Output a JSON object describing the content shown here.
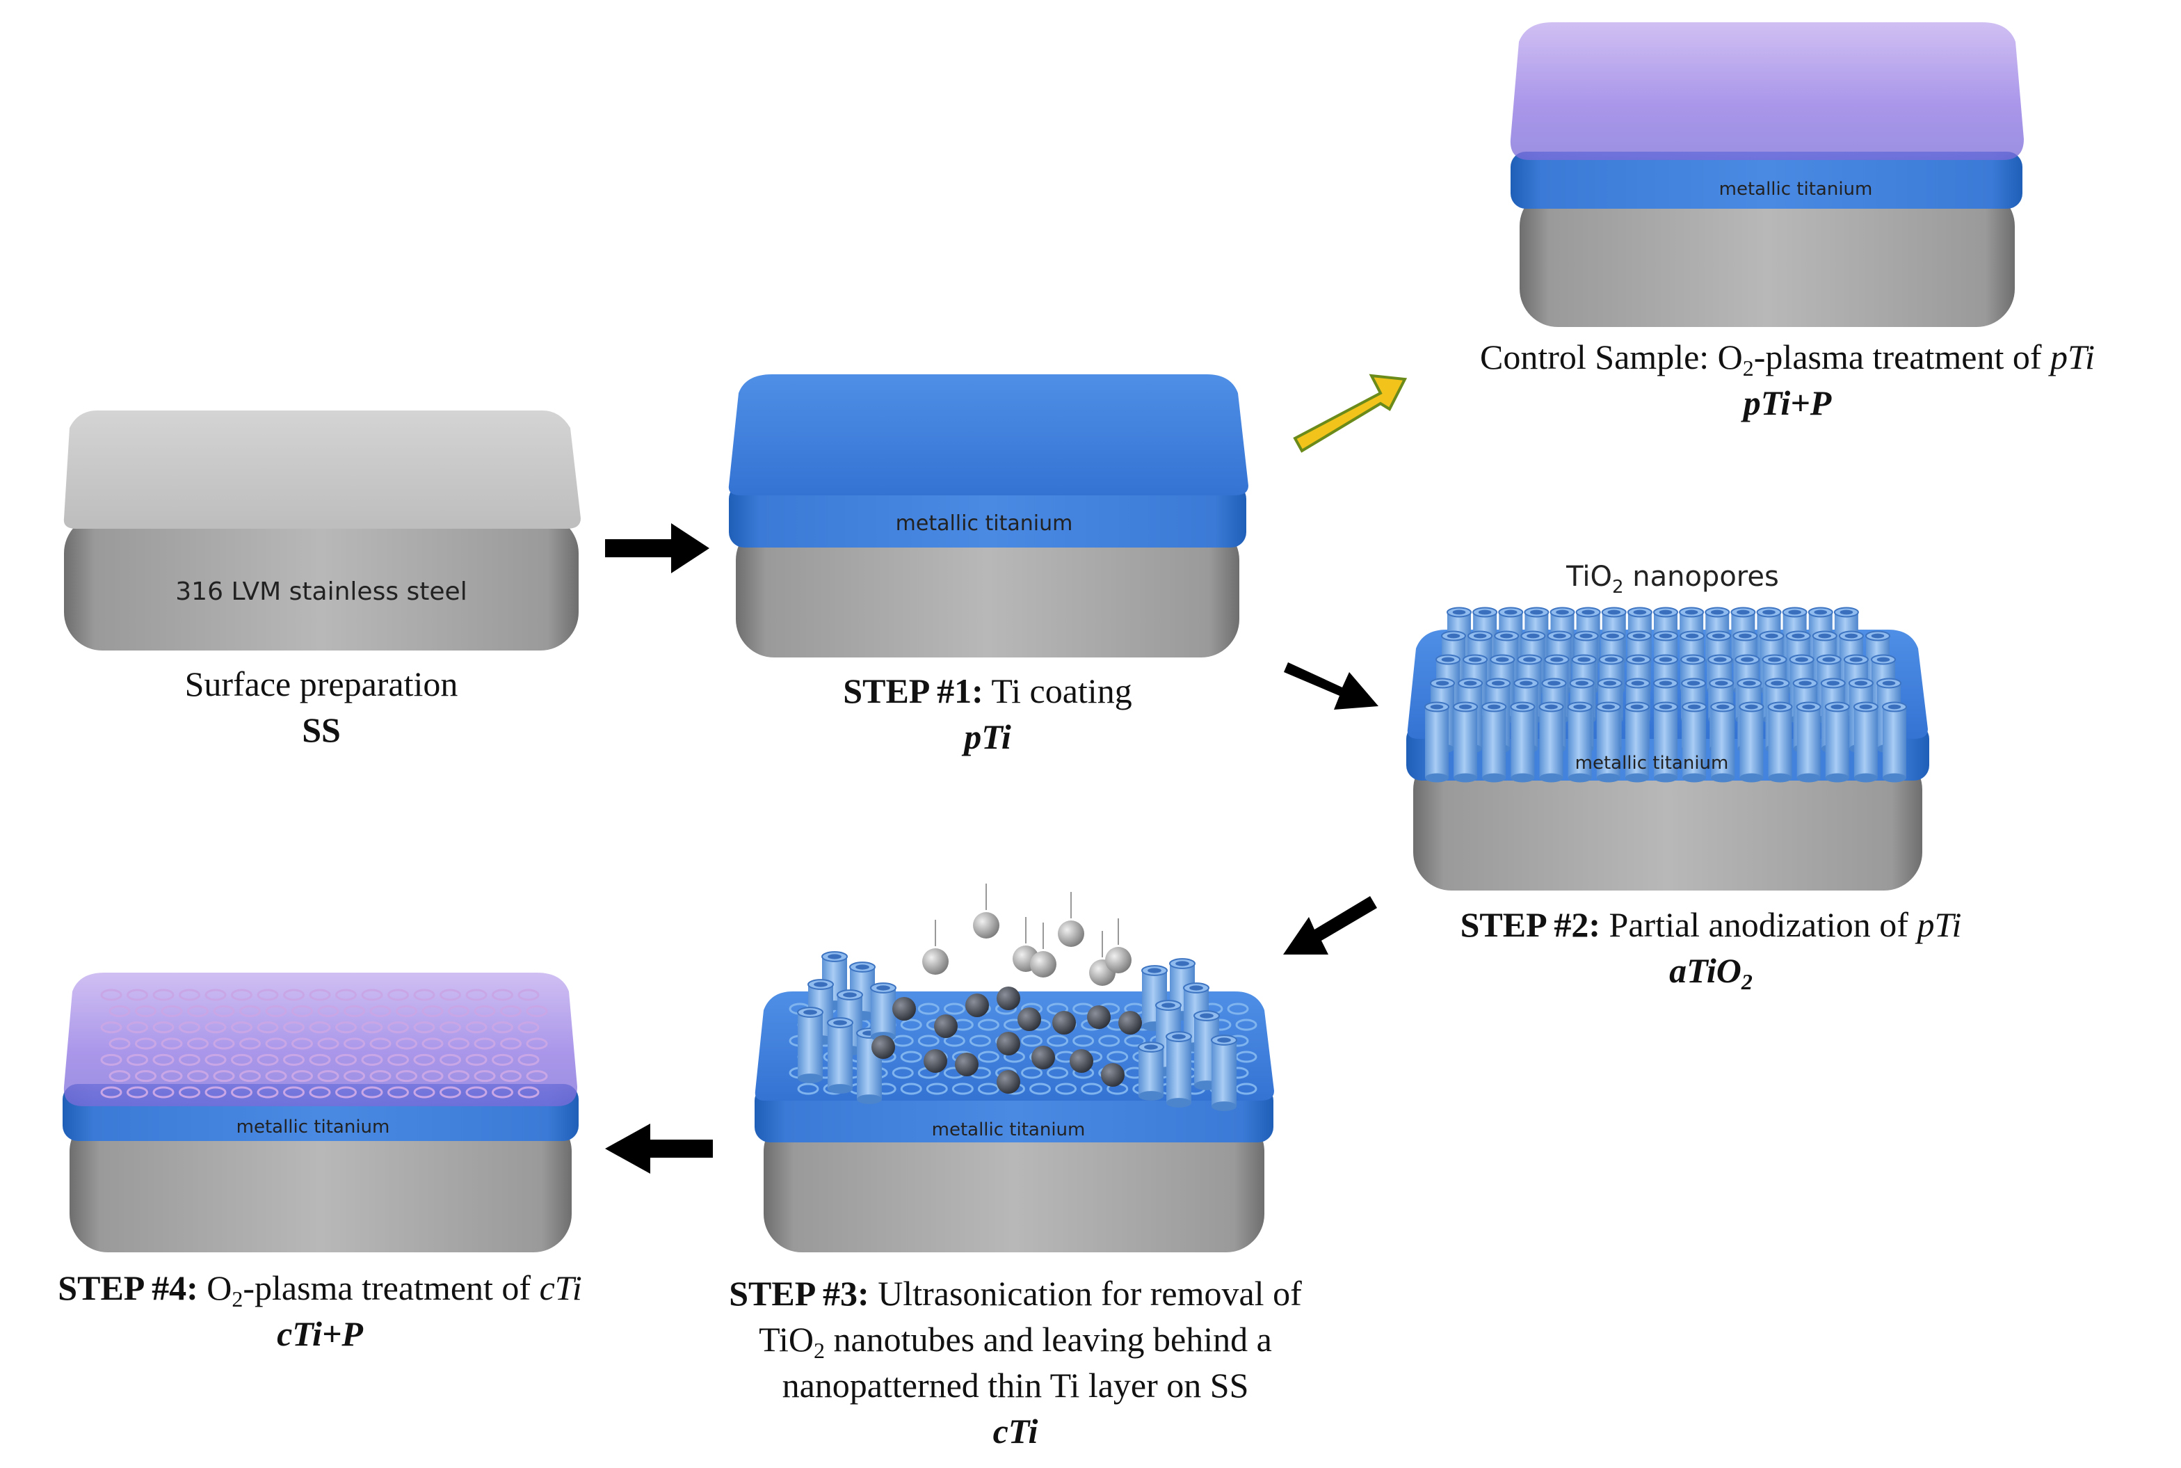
{
  "diagram": {
    "layers": {
      "steel_label": "316 LVM stainless steel",
      "ti_label": "metallic titanium",
      "nanopores_label_a": "TiO",
      "nanopores_label_sub": "2",
      "nanopores_label_b": " nanopores"
    },
    "captions": {
      "ss": {
        "line1": "Surface preparation",
        "code": "SS"
      },
      "step1": {
        "prefix": "STEP #1:",
        "text": " Ti coating",
        "code": "pTi"
      },
      "control": {
        "text_a": "Control Sample: O",
        "sub": "2",
        "text_b": "-plasma treatment of ",
        "italic": "pTi",
        "code": "pTi+P"
      },
      "step2": {
        "prefix": "STEP #2:",
        "text": " Partial anodization of ",
        "italic": "pTi",
        "code_a": "aTiO",
        "code_sub": "2"
      },
      "step3": {
        "prefix": "STEP #3:",
        "line1": " Ultrasonication for removal of",
        "line2_a": "TiO",
        "line2_sub": "2",
        "line2_b": " nanotubes and leaving behind a",
        "line3": "nanopatterned thin Ti layer on SS",
        "code": "cTi"
      },
      "step4": {
        "prefix": "STEP #4:",
        "text_a": " O",
        "sub": "2",
        "text_b": "-plasma treatment of ",
        "italic": "cTi",
        "code": "cTi+P"
      }
    },
    "arrows": [
      "ss-to-step1",
      "step1-to-control",
      "step1-to-step2",
      "step2-to-step3",
      "step3-to-step4"
    ],
    "colors": {
      "steel": "#a9a9a9",
      "titanium": "#3f7fd6",
      "plasma": "#9b7fe0",
      "arrow": "#000000",
      "control_arrow": "#f2c31a"
    }
  }
}
